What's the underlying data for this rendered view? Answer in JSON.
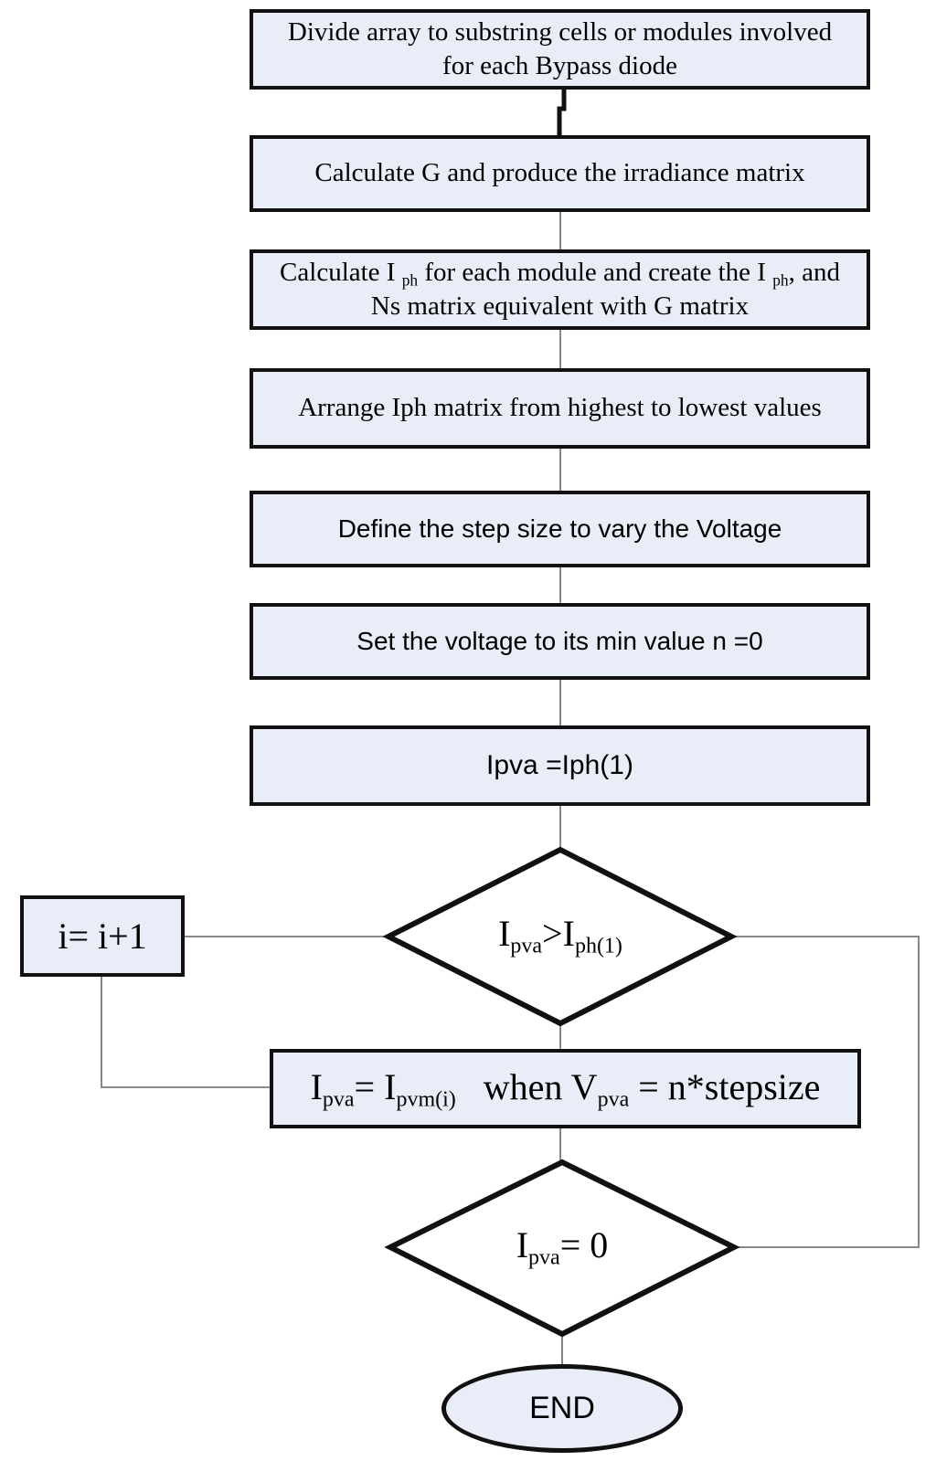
{
  "diagram": {
    "type": "flowchart",
    "title": "PV array bypass-diode simulation flowchart",
    "colors": {
      "background": "#ffffff",
      "node_fill": "#e8edf7",
      "node_border": "#111111",
      "decision_fill": "#ffffff",
      "connector": "#7a7a7a",
      "thick_connector": "#111111"
    },
    "nodes": {
      "divide_array": {
        "shape": "process",
        "lines": [
          [
            {
              "t": "Divide array to substring cells or modules involved"
            }
          ],
          [
            {
              "t": "for each Bypass diode"
            }
          ]
        ]
      },
      "calculate_g": {
        "shape": "process",
        "lines": [
          [
            {
              "t": "Calculate G and produce the irradiance matrix"
            }
          ]
        ]
      },
      "calculate_iph": {
        "shape": "process",
        "lines": [
          [
            {
              "t": "Calculate I "
            },
            {
              "t": "ph",
              "sub": true
            },
            {
              "t": " for each module and create the I "
            },
            {
              "t": "ph",
              "sub": true
            },
            {
              "t": ", and"
            }
          ],
          [
            {
              "t": "Ns matrix equivalent with G matrix"
            }
          ]
        ]
      },
      "arrange_iph": {
        "shape": "process",
        "lines": [
          [
            {
              "t": "Arrange Iph matrix from highest to lowest values"
            }
          ]
        ]
      },
      "define_step": {
        "shape": "process",
        "lines": [
          [
            {
              "t": "Define the step size to vary the Voltage"
            }
          ]
        ]
      },
      "set_voltage": {
        "shape": "process",
        "lines": [
          [
            {
              "t": "Set the voltage to its min value n =0"
            }
          ]
        ]
      },
      "ipva_init": {
        "shape": "process",
        "lines": [
          [
            {
              "t": "Ipva =Iph(1)"
            }
          ]
        ]
      },
      "decision_ipva_gt": {
        "shape": "decision",
        "lines": [
          [
            {
              "t": "I"
            },
            {
              "t": "pva",
              "sub": true
            },
            {
              "t": ">I"
            },
            {
              "t": "ph(1)",
              "sub": true
            }
          ]
        ]
      },
      "increment_i": {
        "shape": "process",
        "lines": [
          [
            {
              "t": "i= i+1"
            }
          ]
        ]
      },
      "ipva_update": {
        "shape": "process",
        "lines": [
          [
            {
              "t": "I"
            },
            {
              "t": "pva",
              "sub": true
            },
            {
              "t": "= I"
            },
            {
              "t": "pvm(i)",
              "sub": true
            },
            {
              "t": "   when V"
            },
            {
              "t": "pva",
              "sub": true
            },
            {
              "t": " = n*stepsize"
            }
          ]
        ]
      },
      "decision_ipva_zero": {
        "shape": "decision",
        "lines": [
          [
            {
              "t": "I"
            },
            {
              "t": "pva",
              "sub": true
            },
            {
              "t": "= 0"
            }
          ]
        ]
      },
      "end": {
        "shape": "terminator",
        "lines": [
          [
            {
              "t": "END"
            }
          ]
        ]
      }
    }
  }
}
